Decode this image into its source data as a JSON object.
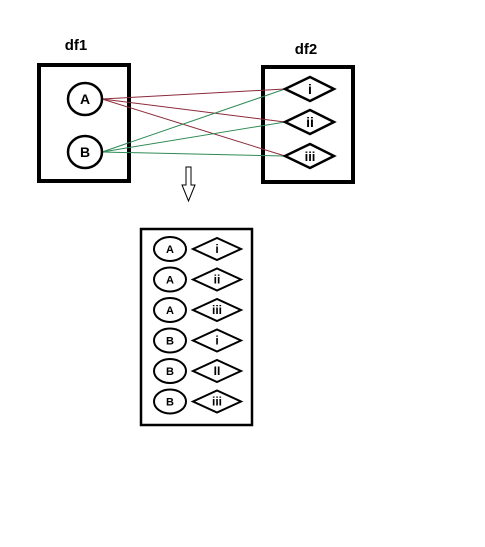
{
  "df1": {
    "title": "df1",
    "items": [
      "A",
      "B"
    ]
  },
  "df2": {
    "title": "df2",
    "items": [
      "i",
      "ii",
      "iii"
    ]
  },
  "connector_colors": {
    "from_A": "#8b2a3a",
    "from_B": "#2e8b57"
  },
  "result": {
    "rows": [
      {
        "left": "A",
        "right": "i"
      },
      {
        "left": "A",
        "right": "ii"
      },
      {
        "left": "A",
        "right": "iii"
      },
      {
        "left": "B",
        "right": "i"
      },
      {
        "left": "B",
        "right": "II"
      },
      {
        "left": "B",
        "right": "iii"
      }
    ]
  },
  "icons": {
    "arrow": "down-arrow-icon"
  }
}
